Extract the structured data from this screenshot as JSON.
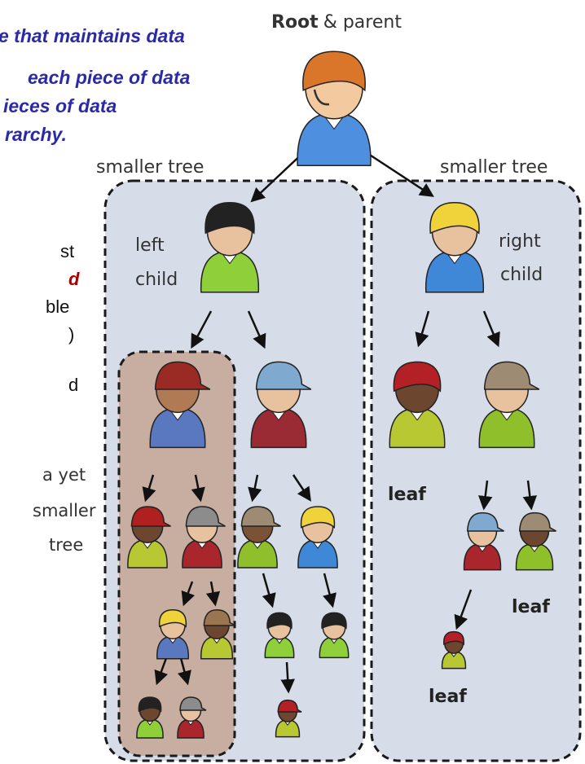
{
  "intro_text": {
    "lines": [
      "e that maintains data",
      "each piece of data",
      "ieces of data",
      "rarchy."
    ]
  },
  "side_text": {
    "lines": [
      "st",
      "d",
      "ble",
      ")",
      "d"
    ]
  },
  "labels": {
    "root_bold": "Root",
    "root_rest": "& parent",
    "smaller_tree_left": "smaller tree",
    "smaller_tree_right": "smaller tree",
    "left_child_1": "left",
    "left_child_2": "child",
    "right_child_1": "right",
    "right_child_2": "child",
    "yet_smaller_1": "a yet",
    "yet_smaller_2": "smaller",
    "yet_smaller_3": "tree",
    "leaf_1": "leaf",
    "leaf_2": "leaf",
    "leaf_3": "leaf"
  },
  "colors": {
    "tree_box_fill": "#d6dde8",
    "subtree_fill": "#c7aea0",
    "dash_stroke": "#1a1a1a",
    "text_blue": "#2a2aa8",
    "text_red": "#b00000"
  }
}
